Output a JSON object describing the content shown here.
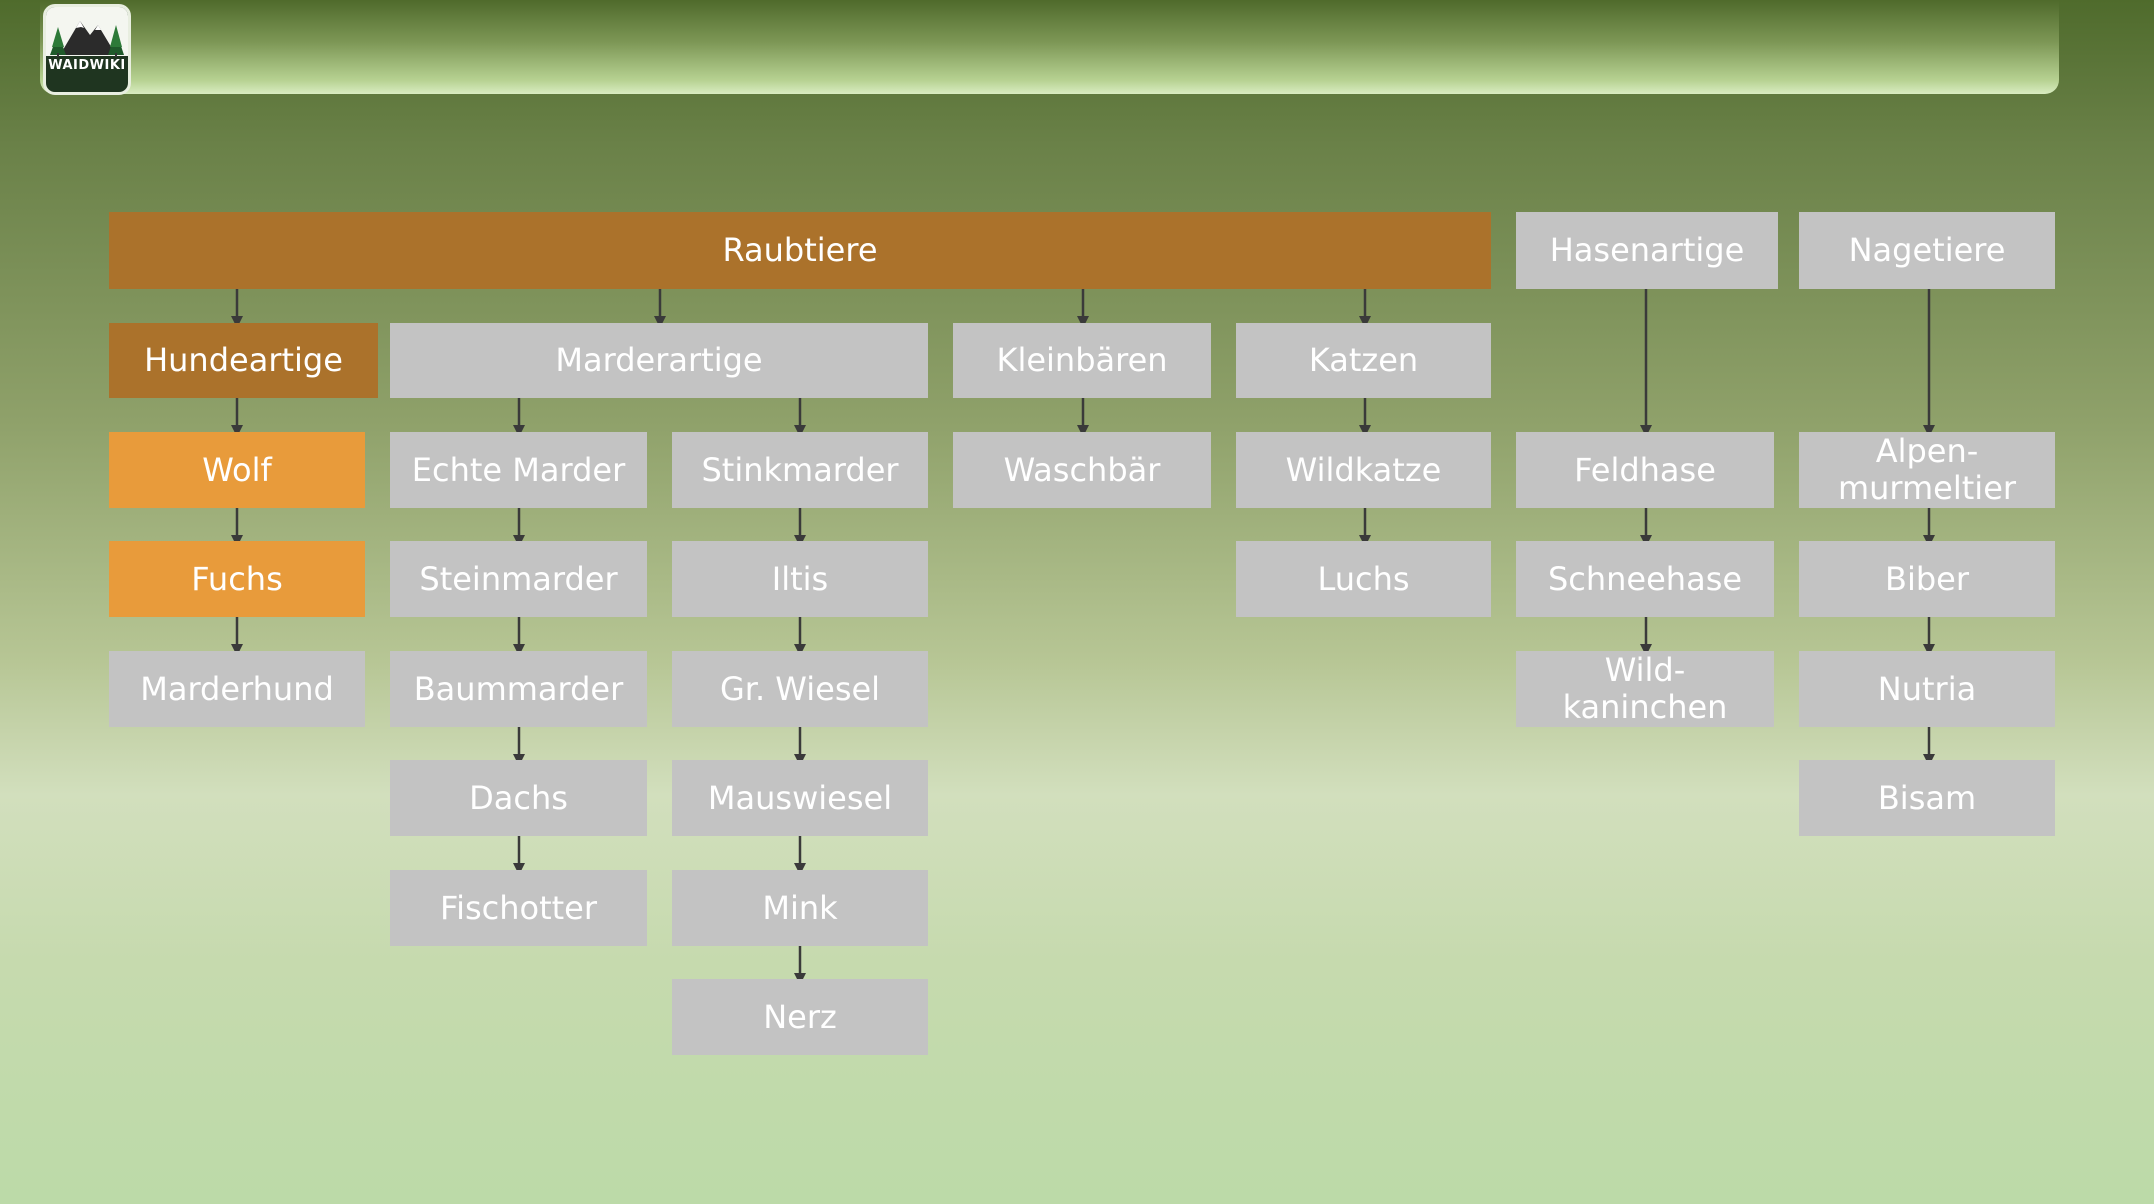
{
  "header": {
    "logo_text": "WAIDWIKI"
  },
  "colors": {
    "dark_node": "#ab722b",
    "highlight_node": "#e89b3b",
    "default_node": "#c3c3c3",
    "arrow": "#3a3a3a"
  },
  "icons": [
    "mountain-trees-logo-icon"
  ],
  "diagram": {
    "raubtiere": "Raubtiere",
    "hasenartige": "Hasenartige",
    "nagetiere": "Nagetiere",
    "hundeartige": "Hundeartige",
    "marderartige": "Marderartige",
    "kleinbaeren": "Kleinbären",
    "katzen": "Katzen",
    "wolf": "Wolf",
    "fuchs": "Fuchs",
    "marderhund": "Marderhund",
    "echte_marder": "Echte Marder",
    "steinmarder": "Steinmarder",
    "baummarder": "Baummarder",
    "dachs": "Dachs",
    "fischotter": "Fischotter",
    "stinkmarder": "Stinkmarder",
    "iltis": "Iltis",
    "gr_wiesel": "Gr. Wiesel",
    "mauswiesel": "Mauswiesel",
    "mink": "Mink",
    "nerz": "Nerz",
    "waschbaer": "Waschbär",
    "wildkatze": "Wildkatze",
    "luchs": "Luchs",
    "feldhase": "Feldhase",
    "schneehase": "Schneehase",
    "wildkaninchen": "Wild-\nkaninchen",
    "alpenmurmeltier": "Alpen-\nmurmeltier",
    "biber": "Biber",
    "nutria": "Nutria",
    "bisam": "Bisam"
  }
}
